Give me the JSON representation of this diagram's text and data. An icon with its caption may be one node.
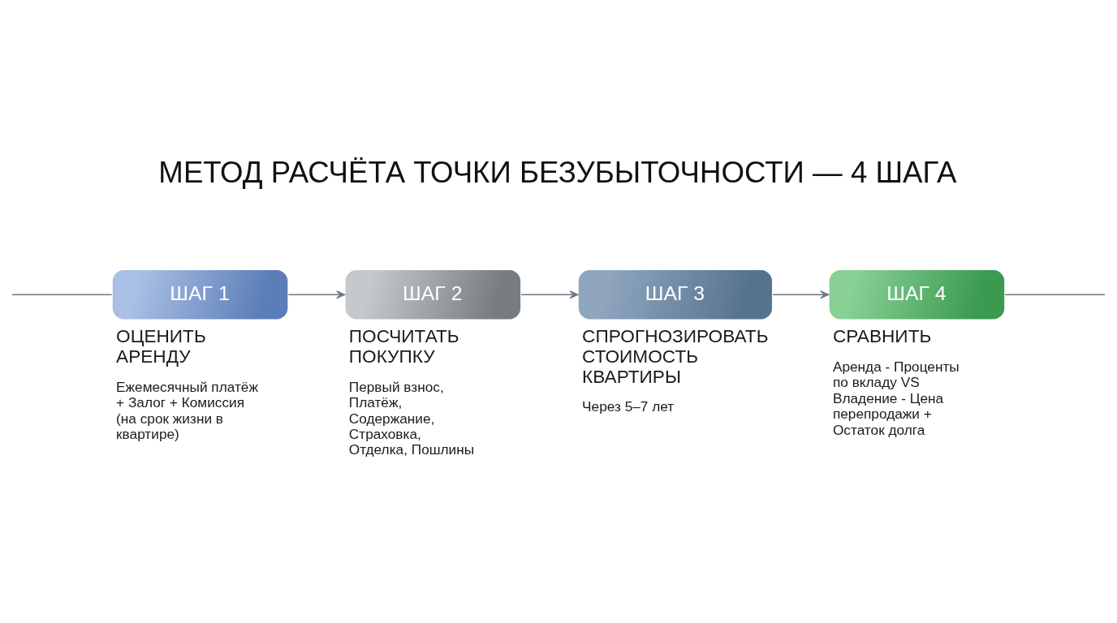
{
  "diagram": {
    "title": "МЕТОД РАСЧЁТА ТОЧКИ БЕЗУБЫТОЧНОСТИ — 4 ШАГА",
    "nodes": [
      {
        "text": [
          "ШАГ 1"
        ],
        "beside": [
          "ОЦЕНИТЬ АРЕНДУ",
          "Ежемесячный платёж + Залог + Комиссия (на срок жизни в квартире)"
        ]
      },
      {
        "text": [
          "ШАГ 2"
        ],
        "beside": [
          "ПОСЧИТАТЬ ПОКУПКУ",
          "Первый взнос, Платёж, Содержание, Страховка, Отделка, Пошлины"
        ]
      },
      {
        "text": [
          "ШАГ 3"
        ],
        "beside": [
          "СПРОГНОЗИРОВАТЬ СТОИМОСТЬ КВАРТИРЫ",
          "Через 5–7 лет"
        ]
      },
      {
        "text": [
          "ШАГ 4"
        ],
        "beside": [
          "СРАВНИТЬ",
          "Аренда - Проценты по вкладу VS Владение - Цена перепродажи + Остаток долга"
        ]
      }
    ],
    "edges": [
      {
        "from": null,
        "to": 0,
        "arrow": "none"
      },
      {
        "from": 0,
        "to": 1,
        "arrow": "to"
      },
      {
        "from": 1,
        "to": 2,
        "arrow": "to"
      },
      {
        "from": 2,
        "to": 3,
        "arrow": "to"
      },
      {
        "from": 3,
        "to": null,
        "arrow": "none"
      }
    ]
  }
}
